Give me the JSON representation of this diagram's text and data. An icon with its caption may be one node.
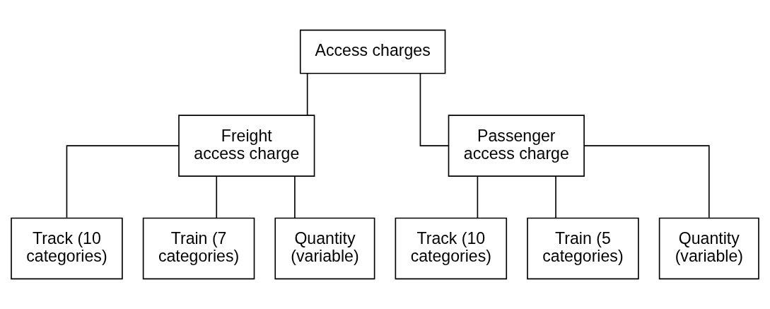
{
  "diagram": {
    "nodes": [
      {
        "text": [
          "Access charges"
        ]
      },
      {
        "text": [
          "Freight access charge"
        ]
      },
      {
        "text": [
          "Passenger access charge"
        ]
      },
      {
        "text": [
          "Track (10 categories)"
        ]
      },
      {
        "text": [
          "Train (7 categories)"
        ]
      },
      {
        "text": [
          "Quantity (variable)"
        ]
      },
      {
        "text": [
          "Track (10 categories)"
        ]
      },
      {
        "text": [
          "Train (5 categories)"
        ]
      },
      {
        "text": [
          "Quantity (variable)"
        ]
      }
    ],
    "edges": [
      {
        "from": 0,
        "to": 1,
        "arrow": "none"
      },
      {
        "from": 0,
        "to": 2,
        "arrow": "none"
      },
      {
        "from": 1,
        "to": 3,
        "arrow": "none"
      },
      {
        "from": 1,
        "to": 4,
        "arrow": "none"
      },
      {
        "from": 1,
        "to": 5,
        "arrow": "none"
      },
      {
        "from": 2,
        "to": 6,
        "arrow": "none"
      },
      {
        "from": 2,
        "to": 7,
        "arrow": "none"
      },
      {
        "from": 2,
        "to": 8,
        "arrow": "none"
      }
    ]
  }
}
